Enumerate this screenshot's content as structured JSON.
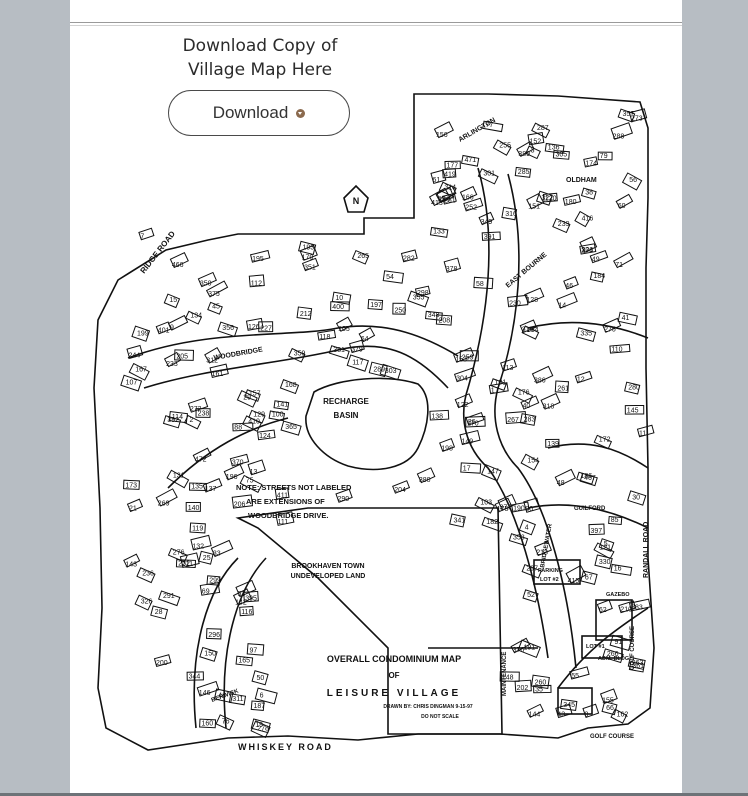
{
  "header": {
    "title_line1": "Download Copy of",
    "title_line2": "Village Map Here"
  },
  "download_button": {
    "label": "Download",
    "icon": "download-circle-icon"
  },
  "map": {
    "title_line1": "OVERALL CONDOMINIUM MAP",
    "title_line2": "OF",
    "title_line3": "LEISURE VILLAGE",
    "drawn_by": "DRAWN BY: CHRIS DINGMAN 9-15-97",
    "scale_note": "DO NOT SCALE",
    "north": "N",
    "note": [
      "NOTE: STREETS NOT LABELED",
      "ARE EXTENSIONS OF",
      "WOODBRIDGE DRIVE."
    ],
    "recharge": [
      "RECHARGE",
      "BASIN"
    ],
    "undeveloped": [
      "BROOKHAVEN TOWN",
      "UNDEVELOPED LAND"
    ],
    "streets": {
      "ridge_road": "RIDGE ROAD",
      "woodbridge": "WOODBRIDGE",
      "whiskey_road": "WHISKEY ROAD",
      "randall_road": "RANDALL ROAD",
      "golf_course": "GOLF COURSE",
      "east_bourne": "EAST BOURNE",
      "oldham": "OLDHAM",
      "arlington": "ARLINGTON",
      "guilford": "GUILFORD",
      "bridgewater": "BRIDGEWATER",
      "berwick": "BERWICK",
      "maintenance": "MAINTENANCE",
      "parking": "PARKING",
      "lot2": "LOT #2",
      "lot1": "LOT #1",
      "gazebo": "GAZEBO",
      "admin_bldg": "ADM. BLDG.",
      "golf_course_label": "GOLF COURSE"
    },
    "units": [
      "466",
      "467",
      "471",
      "472",
      "162",
      "161",
      "160",
      "164",
      "165",
      "166",
      "167",
      "168",
      "195",
      "191",
      "190",
      "193",
      "187",
      "186",
      "184",
      "182",
      "180",
      "179",
      "177",
      "176",
      "175",
      "174",
      "173",
      "172",
      "170",
      "263",
      "260",
      "261",
      "259",
      "255",
      "252",
      "250",
      "244",
      "230",
      "239",
      "238",
      "236",
      "233",
      "232",
      "227",
      "206",
      "210",
      "211",
      "212",
      "213",
      "208",
      "205",
      "204",
      "202",
      "200",
      "199",
      "198",
      "197",
      "196",
      "419",
      "416",
      "415",
      "411",
      "413",
      "410",
      "401",
      "400",
      "397",
      "395",
      "392",
      "391",
      "389",
      "386",
      "383",
      "381",
      "380",
      "379",
      "378",
      "377",
      "376",
      "375",
      "370",
      "365",
      "361",
      "359",
      "357",
      "356",
      "355",
      "353",
      "351",
      "350",
      "349",
      "348",
      "345",
      "344",
      "341",
      "335",
      "330",
      "326",
      "322",
      "318",
      "316",
      "314",
      "313",
      "312",
      "311",
      "306",
      "305",
      "304",
      "303",
      "301",
      "299",
      "298",
      "297",
      "296",
      "291",
      "290",
      "289",
      "288",
      "287",
      "285",
      "283",
      "282",
      "281",
      "280",
      "278",
      "276",
      "275",
      "274",
      "273",
      "272",
      "269",
      "268",
      "267",
      "266",
      "265",
      "93",
      "97",
      "91",
      "88",
      "85",
      "80",
      "79",
      "77",
      "76",
      "75",
      "71",
      "69",
      "67",
      "66",
      "64",
      "62",
      "61",
      "60",
      "58",
      "56",
      "55",
      "54",
      "53",
      "52",
      "50",
      "49",
      "48",
      "46",
      "45",
      "44",
      "43",
      "41",
      "40",
      "38",
      "36",
      "35",
      "33",
      "30",
      "29",
      "28",
      "25",
      "21",
      "19",
      "17",
      "16",
      "15",
      "14",
      "13",
      "12",
      "11",
      "10",
      "9",
      "8",
      "7",
      "6",
      "5",
      "4",
      "3",
      "2",
      "1",
      "100",
      "101",
      "103",
      "105",
      "107",
      "110",
      "111",
      "112",
      "113",
      "114",
      "116",
      "117",
      "118",
      "119",
      "120",
      "121",
      "122",
      "124",
      "126",
      "128",
      "129",
      "131",
      "132",
      "133",
      "134",
      "135",
      "136",
      "137",
      "138",
      "139",
      "140",
      "141",
      "142",
      "143",
      "144",
      "145",
      "146",
      "147",
      "148",
      "149",
      "150",
      "151",
      "152",
      "153",
      "154",
      "155",
      "156",
      "157"
    ]
  }
}
